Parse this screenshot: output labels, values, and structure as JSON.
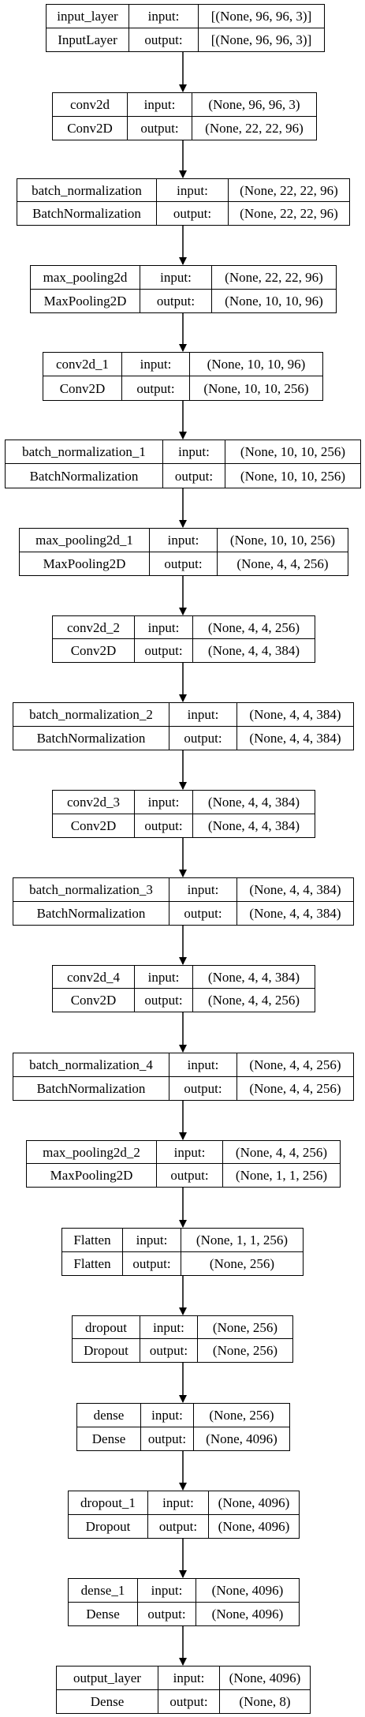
{
  "io_labels": {
    "input": "input:",
    "output": "output:"
  },
  "layers": [
    {
      "name": "input_layer",
      "type": "InputLayer",
      "input": "[(None, 96, 96, 3)]",
      "output": "[(None, 96, 96, 3)]"
    },
    {
      "name": "conv2d",
      "type": "Conv2D",
      "input": "(None, 96, 96, 3)",
      "output": "(None, 22, 22, 96)"
    },
    {
      "name": "batch_normalization",
      "type": "BatchNormalization",
      "input": "(None, 22, 22, 96)",
      "output": "(None, 22, 22, 96)"
    },
    {
      "name": "max_pooling2d",
      "type": "MaxPooling2D",
      "input": "(None, 22, 22, 96)",
      "output": "(None, 10, 10, 96)"
    },
    {
      "name": "conv2d_1",
      "type": "Conv2D",
      "input": "(None, 10, 10, 96)",
      "output": "(None, 10, 10, 256)"
    },
    {
      "name": "batch_normalization_1",
      "type": "BatchNormalization",
      "input": "(None, 10, 10, 256)",
      "output": "(None, 10, 10, 256)"
    },
    {
      "name": "max_pooling2d_1",
      "type": "MaxPooling2D",
      "input": "(None, 10, 10, 256)",
      "output": "(None, 4, 4, 256)"
    },
    {
      "name": "conv2d_2",
      "type": "Conv2D",
      "input": "(None, 4, 4, 256)",
      "output": "(None, 4, 4, 384)"
    },
    {
      "name": "batch_normalization_2",
      "type": "BatchNormalization",
      "input": "(None, 4, 4, 384)",
      "output": "(None, 4, 4, 384)"
    },
    {
      "name": "conv2d_3",
      "type": "Conv2D",
      "input": "(None, 4, 4, 384)",
      "output": "(None, 4, 4, 384)"
    },
    {
      "name": "batch_normalization_3",
      "type": "BatchNormalization",
      "input": "(None, 4, 4, 384)",
      "output": "(None, 4, 4, 384)"
    },
    {
      "name": "conv2d_4",
      "type": "Conv2D",
      "input": "(None, 4, 4, 384)",
      "output": "(None, 4, 4, 256)"
    },
    {
      "name": "batch_normalization_4",
      "type": "BatchNormalization",
      "input": "(None, 4, 4, 256)",
      "output": "(None, 4, 4, 256)"
    },
    {
      "name": "max_pooling2d_2",
      "type": "MaxPooling2D",
      "input": "(None, 4, 4, 256)",
      "output": "(None, 1, 1, 256)"
    },
    {
      "name": "Flatten",
      "type": "Flatten",
      "input": "(None, 1, 1, 256)",
      "output": "(None, 256)"
    },
    {
      "name": "dropout",
      "type": "Dropout",
      "input": "(None, 256)",
      "output": "(None, 256)"
    },
    {
      "name": "dense",
      "type": "Dense",
      "input": "(None, 256)",
      "output": "(None, 4096)"
    },
    {
      "name": "dropout_1",
      "type": "Dropout",
      "input": "(None, 4096)",
      "output": "(None, 4096)"
    },
    {
      "name": "dense_1",
      "type": "Dense",
      "input": "(None, 4096)",
      "output": "(None, 4096)"
    },
    {
      "name": "output_layer",
      "type": "Dense",
      "input": "(None, 4096)",
      "output": "(None, 8)"
    }
  ],
  "colors": {
    "stroke": "#000000",
    "fill": "#ffffff"
  }
}
